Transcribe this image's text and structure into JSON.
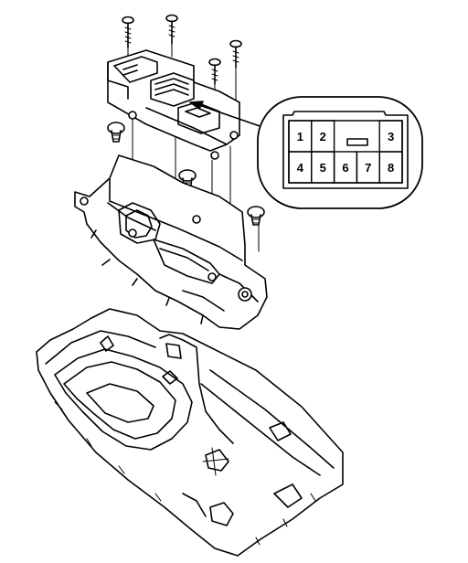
{
  "connector": {
    "pins": [
      {
        "label": "1",
        "row": 0,
        "col": 0
      },
      {
        "label": "2",
        "row": 0,
        "col": 1
      },
      {
        "label": "3",
        "row": 0,
        "col": 4
      },
      {
        "label": "4",
        "row": 1,
        "col": 0
      },
      {
        "label": "5",
        "row": 1,
        "col": 1
      },
      {
        "label": "6",
        "row": 1,
        "col": 2
      },
      {
        "label": "7",
        "row": 1,
        "col": 3
      },
      {
        "label": "8",
        "row": 1,
        "col": 4
      }
    ]
  },
  "colors": {
    "line": "#000000",
    "background": "#ffffff"
  }
}
